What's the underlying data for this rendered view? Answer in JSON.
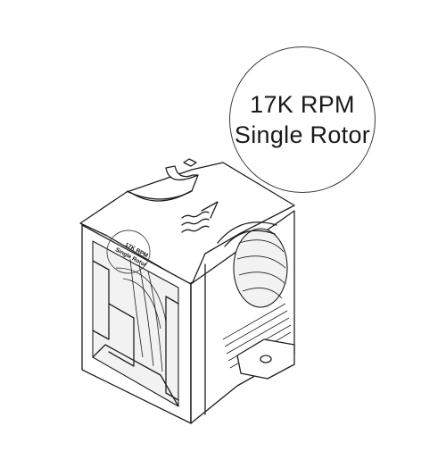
{
  "callout": {
    "line1": "17K RPM",
    "line2": "Single Rotor"
  },
  "housing_label": {
    "line1": "17K RPM",
    "line2": "Single Rotor"
  },
  "colors": {
    "stroke": "#1f1f1f",
    "background": "#ffffff"
  },
  "icons": [
    "airflow-arrow-icon"
  ]
}
